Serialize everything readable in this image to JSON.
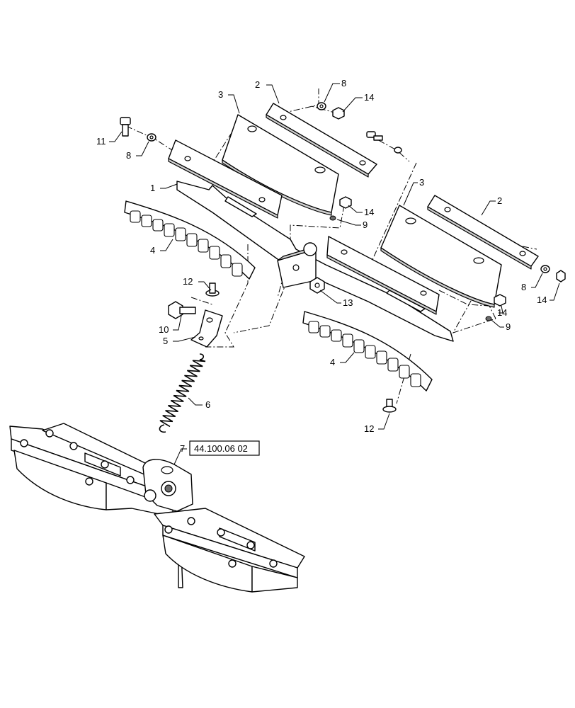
{
  "labels": {
    "item_1": "1",
    "item_2_a": "2",
    "item_2_b": "2",
    "item_3_a": "3",
    "item_3_b": "3",
    "item_4_a": "4",
    "item_4_b": "4",
    "item_5": "5",
    "item_6": "6",
    "item_7": "7",
    "item_8_a": "8",
    "item_8_b": "8",
    "item_8_c": "8",
    "item_9_a": "9",
    "item_9_b": "9",
    "item_10": "10",
    "item_11": "11",
    "item_12_a": "12",
    "item_12_b": "12",
    "item_13": "13",
    "item_14_a": "14",
    "item_14_b": "14",
    "item_14_c": "14",
    "item_14_d": "14"
  },
  "reference": "44.100.06 02"
}
